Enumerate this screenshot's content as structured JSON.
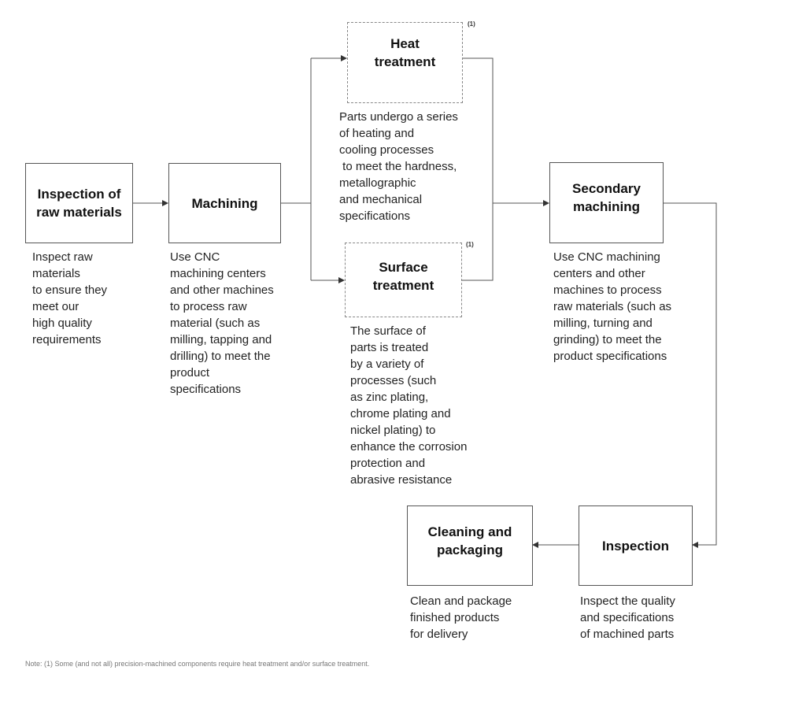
{
  "steps": {
    "inspection_raw": {
      "title": [
        "Inspection of",
        "raw materials"
      ],
      "desc": [
        "Inspect raw",
        "materials",
        "to ensure they",
        "meet our",
        "high quality",
        "requirements"
      ]
    },
    "machining": {
      "title": [
        "Machining"
      ],
      "desc": [
        "Use CNC",
        "machining centers",
        "and other machines",
        "to process raw",
        "material (such as",
        "milling, tapping and",
        "drilling) to meet the",
        "product",
        "specifications"
      ]
    },
    "heat": {
      "title": [
        "Heat",
        "treatment"
      ],
      "footnote": "(1)",
      "desc": [
        "Parts undergo a series",
        "of heating and",
        "cooling processes",
        " to meet the hardness,",
        "metallographic",
        "and mechanical",
        "specifications"
      ]
    },
    "surface": {
      "title": [
        "Surface",
        "treatment"
      ],
      "footnote": "(1)",
      "desc": [
        "The surface of",
        "parts is treated",
        "by a variety of",
        "processes (such",
        "as zinc plating,",
        "chrome plating and",
        "nickel plating) to",
        "enhance the corrosion",
        "protection and",
        "abrasive resistance"
      ]
    },
    "secondary": {
      "title": [
        "Secondary",
        "machining"
      ],
      "desc": [
        "Use CNC machining",
        "centers and other",
        "machines to process",
        "raw materials (such as",
        "milling, turning and",
        "grinding) to meet the",
        "product specifications"
      ]
    },
    "inspection": {
      "title": [
        "Inspection"
      ],
      "desc": [
        "Inspect the quality",
        "and specifications",
        "of machined parts"
      ]
    },
    "cleaning": {
      "title": [
        "Cleaning and",
        "packaging"
      ],
      "desc": [
        "Clean and package",
        "finished products",
        "for delivery"
      ]
    }
  },
  "note": "Note: (1) Some (and not all) precision-machined components require heat treatment and/or surface treatment."
}
